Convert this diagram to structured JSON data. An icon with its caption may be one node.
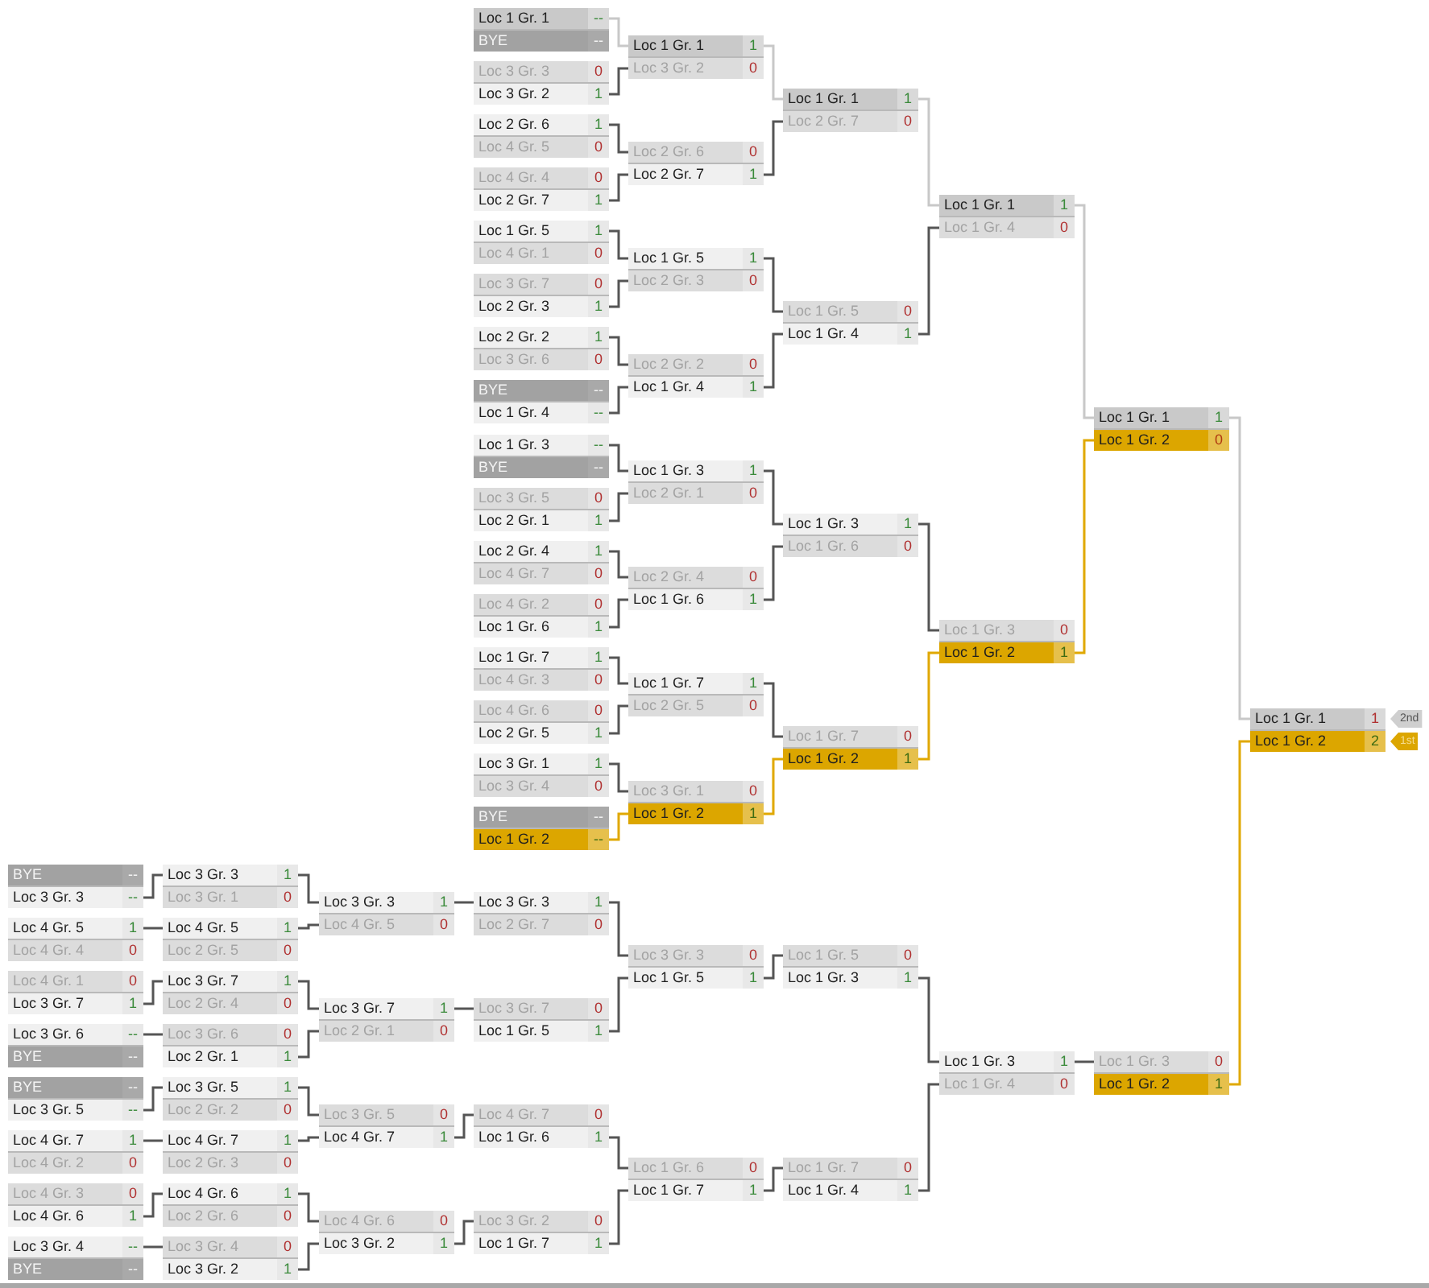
{
  "diagram": {
    "nodes": [
      {
        "text": [
          "Loc 1 Gr. 1",
          "--"
        ]
      },
      {
        "text": [
          "BYE",
          "--"
        ]
      },
      {
        "text": [
          "Loc 3 Gr. 3",
          "0"
        ]
      },
      {
        "text": [
          "Loc 3 Gr. 2",
          "1"
        ]
      },
      {
        "text": [
          "Loc 2 Gr. 6",
          "1"
        ]
      },
      {
        "text": [
          "Loc 4 Gr. 5",
          "0"
        ]
      },
      {
        "text": [
          "Loc 4 Gr. 4",
          "0"
        ]
      },
      {
        "text": [
          "Loc 2 Gr. 7",
          "1"
        ]
      },
      {
        "text": [
          "Loc 1 Gr. 5",
          "1"
        ]
      },
      {
        "text": [
          "Loc 4 Gr. 1",
          "0"
        ]
      },
      {
        "text": [
          "Loc 3 Gr. 7",
          "0"
        ]
      },
      {
        "text": [
          "Loc 2 Gr. 3",
          "1"
        ]
      },
      {
        "text": [
          "Loc 2 Gr. 2",
          "1"
        ]
      },
      {
        "text": [
          "Loc 3 Gr. 6",
          "0"
        ]
      },
      {
        "text": [
          "BYE",
          "--"
        ]
      },
      {
        "text": [
          "Loc 1 Gr. 4",
          "--"
        ]
      },
      {
        "text": [
          "Loc 1 Gr. 3",
          "--"
        ]
      },
      {
        "text": [
          "BYE",
          "--"
        ]
      },
      {
        "text": [
          "Loc 3 Gr. 5",
          "0"
        ]
      },
      {
        "text": [
          "Loc 2 Gr. 1",
          "1"
        ]
      },
      {
        "text": [
          "Loc 2 Gr. 4",
          "1"
        ]
      },
      {
        "text": [
          "Loc 4 Gr. 7",
          "0"
        ]
      },
      {
        "text": [
          "Loc 4 Gr. 2",
          "0"
        ]
      },
      {
        "text": [
          "Loc 1 Gr. 6",
          "1"
        ]
      },
      {
        "text": [
          "Loc 1 Gr. 7",
          "1"
        ]
      },
      {
        "text": [
          "Loc 4 Gr. 3",
          "0"
        ]
      },
      {
        "text": [
          "Loc 4 Gr. 6",
          "0"
        ]
      },
      {
        "text": [
          "Loc 2 Gr. 5",
          "1"
        ]
      },
      {
        "text": [
          "Loc 3 Gr. 1",
          "1"
        ]
      },
      {
        "text": [
          "Loc 3 Gr. 4",
          "0"
        ]
      },
      {
        "text": [
          "BYE",
          "--"
        ]
      },
      {
        "text": [
          "Loc 1 Gr. 2",
          "--"
        ]
      },
      {
        "text": [
          "Loc 1 Gr. 1",
          "1"
        ]
      },
      {
        "text": [
          "Loc 3 Gr. 2",
          "0"
        ]
      },
      {
        "text": [
          "Loc 2 Gr. 6",
          "0"
        ]
      },
      {
        "text": [
          "Loc 2 Gr. 7",
          "1"
        ]
      },
      {
        "text": [
          "Loc 1 Gr. 5",
          "1"
        ]
      },
      {
        "text": [
          "Loc 2 Gr. 3",
          "0"
        ]
      },
      {
        "text": [
          "Loc 2 Gr. 2",
          "0"
        ]
      },
      {
        "text": [
          "Loc 1 Gr. 4",
          "1"
        ]
      },
      {
        "text": [
          "Loc 1 Gr. 3",
          "1"
        ]
      },
      {
        "text": [
          "Loc 2 Gr. 1",
          "0"
        ]
      },
      {
        "text": [
          "Loc 2 Gr. 4",
          "0"
        ]
      },
      {
        "text": [
          "Loc 1 Gr. 6",
          "1"
        ]
      },
      {
        "text": [
          "Loc 1 Gr. 7",
          "1"
        ]
      },
      {
        "text": [
          "Loc 2 Gr. 5",
          "0"
        ]
      },
      {
        "text": [
          "Loc 3 Gr. 1",
          "0"
        ]
      },
      {
        "text": [
          "Loc 1 Gr. 2",
          "1"
        ]
      },
      {
        "text": [
          "Loc 1 Gr. 1",
          "1"
        ]
      },
      {
        "text": [
          "Loc 2 Gr. 7",
          "0"
        ]
      },
      {
        "text": [
          "Loc 1 Gr. 5",
          "0"
        ]
      },
      {
        "text": [
          "Loc 1 Gr. 4",
          "1"
        ]
      },
      {
        "text": [
          "Loc 1 Gr. 3",
          "1"
        ]
      },
      {
        "text": [
          "Loc 1 Gr. 6",
          "0"
        ]
      },
      {
        "text": [
          "Loc 1 Gr. 7",
          "0"
        ]
      },
      {
        "text": [
          "Loc 1 Gr. 2",
          "1"
        ]
      },
      {
        "text": [
          "Loc 1 Gr. 1",
          "1"
        ]
      },
      {
        "text": [
          "Loc 1 Gr. 4",
          "0"
        ]
      },
      {
        "text": [
          "Loc 1 Gr. 3",
          "0"
        ]
      },
      {
        "text": [
          "Loc 1 Gr. 2",
          "1"
        ]
      },
      {
        "text": [
          "Loc 1 Gr. 1",
          "1"
        ]
      },
      {
        "text": [
          "Loc 1 Gr. 2",
          "0"
        ]
      },
      {
        "text": [
          "Loc 1 Gr. 1",
          "1"
        ],
        "beside": [
          "2nd"
        ]
      },
      {
        "text": [
          "Loc 1 Gr. 2",
          "2"
        ],
        "beside": [
          "1st"
        ]
      },
      {
        "text": [
          "BYE",
          "--"
        ]
      },
      {
        "text": [
          "Loc 3 Gr. 3",
          "--"
        ]
      },
      {
        "text": [
          "Loc 4 Gr. 5",
          "1"
        ]
      },
      {
        "text": [
          "Loc 4 Gr. 4",
          "0"
        ]
      },
      {
        "text": [
          "Loc 4 Gr. 1",
          "0"
        ]
      },
      {
        "text": [
          "Loc 3 Gr. 7",
          "1"
        ]
      },
      {
        "text": [
          "Loc 3 Gr. 6",
          "--"
        ]
      },
      {
        "text": [
          "BYE",
          "--"
        ]
      },
      {
        "text": [
          "BYE",
          "--"
        ]
      },
      {
        "text": [
          "Loc 3 Gr. 5",
          "--"
        ]
      },
      {
        "text": [
          "Loc 4 Gr. 7",
          "1"
        ]
      },
      {
        "text": [
          "Loc 4 Gr. 2",
          "0"
        ]
      },
      {
        "text": [
          "Loc 4 Gr. 3",
          "0"
        ]
      },
      {
        "text": [
          "Loc 4 Gr. 6",
          "1"
        ]
      },
      {
        "text": [
          "Loc 3 Gr. 4",
          "--"
        ]
      },
      {
        "text": [
          "BYE",
          "--"
        ]
      },
      {
        "text": [
          "Loc 3 Gr. 3",
          "1"
        ]
      },
      {
        "text": [
          "Loc 3 Gr. 1",
          "0"
        ]
      },
      {
        "text": [
          "Loc 4 Gr. 5",
          "1"
        ]
      },
      {
        "text": [
          "Loc 2 Gr. 5",
          "0"
        ]
      },
      {
        "text": [
          "Loc 3 Gr. 7",
          "1"
        ]
      },
      {
        "text": [
          "Loc 2 Gr. 4",
          "0"
        ]
      },
      {
        "text": [
          "Loc 3 Gr. 6",
          "0"
        ]
      },
      {
        "text": [
          "Loc 2 Gr. 1",
          "1"
        ]
      },
      {
        "text": [
          "Loc 3 Gr. 5",
          "1"
        ]
      },
      {
        "text": [
          "Loc 2 Gr. 2",
          "0"
        ]
      },
      {
        "text": [
          "Loc 4 Gr. 7",
          "1"
        ]
      },
      {
        "text": [
          "Loc 2 Gr. 3",
          "0"
        ]
      },
      {
        "text": [
          "Loc 4 Gr. 6",
          "1"
        ]
      },
      {
        "text": [
          "Loc 2 Gr. 6",
          "0"
        ]
      },
      {
        "text": [
          "Loc 3 Gr. 4",
          "0"
        ]
      },
      {
        "text": [
          "Loc 3 Gr. 2",
          "1"
        ]
      },
      {
        "text": [
          "Loc 3 Gr. 3",
          "1"
        ]
      },
      {
        "text": [
          "Loc 4 Gr. 5",
          "0"
        ]
      },
      {
        "text": [
          "Loc 3 Gr. 7",
          "1"
        ]
      },
      {
        "text": [
          "Loc 2 Gr. 1",
          "0"
        ]
      },
      {
        "text": [
          "Loc 3 Gr. 5",
          "0"
        ]
      },
      {
        "text": [
          "Loc 4 Gr. 7",
          "1"
        ]
      },
      {
        "text": [
          "Loc 4 Gr. 6",
          "0"
        ]
      },
      {
        "text": [
          "Loc 3 Gr. 2",
          "1"
        ]
      },
      {
        "text": [
          "Loc 3 Gr. 3",
          "1"
        ]
      },
      {
        "text": [
          "Loc 2 Gr. 7",
          "0"
        ]
      },
      {
        "text": [
          "Loc 3 Gr. 7",
          "0"
        ]
      },
      {
        "text": [
          "Loc 1 Gr. 5",
          "1"
        ]
      },
      {
        "text": [
          "Loc 4 Gr. 7",
          "0"
        ]
      },
      {
        "text": [
          "Loc 1 Gr. 6",
          "1"
        ]
      },
      {
        "text": [
          "Loc 3 Gr. 2",
          "0"
        ]
      },
      {
        "text": [
          "Loc 1 Gr. 7",
          "1"
        ]
      },
      {
        "text": [
          "Loc 3 Gr. 3",
          "0"
        ]
      },
      {
        "text": [
          "Loc 1 Gr. 5",
          "1"
        ]
      },
      {
        "text": [
          "Loc 1 Gr. 6",
          "0"
        ]
      },
      {
        "text": [
          "Loc 1 Gr. 7",
          "1"
        ]
      },
      {
        "text": [
          "Loc 1 Gr. 5",
          "0"
        ]
      },
      {
        "text": [
          "Loc 1 Gr. 3",
          "1"
        ]
      },
      {
        "text": [
          "Loc 1 Gr. 7",
          "0"
        ]
      },
      {
        "text": [
          "Loc 1 Gr. 4",
          "1"
        ]
      },
      {
        "text": [
          "Loc 1 Gr. 3",
          "1"
        ]
      },
      {
        "text": [
          "Loc 1 Gr. 4",
          "0"
        ]
      },
      {
        "text": [
          "Loc 1 Gr. 3",
          "0"
        ]
      },
      {
        "text": [
          "Loc 1 Gr. 2",
          "1"
        ]
      }
    ],
    "edges": [
      {
        "from": 0,
        "to": 32,
        "arrow": "none",
        "color": "#c8c8c8"
      },
      {
        "from": 3,
        "to": 33,
        "arrow": "none"
      },
      {
        "from": 4,
        "to": 34,
        "arrow": "none"
      },
      {
        "from": 7,
        "to": 35,
        "arrow": "none"
      },
      {
        "from": 8,
        "to": 36,
        "arrow": "none"
      },
      {
        "from": 11,
        "to": 37,
        "arrow": "none"
      },
      {
        "from": 12,
        "to": 38,
        "arrow": "none"
      },
      {
        "from": 15,
        "to": 39,
        "arrow": "none"
      },
      {
        "from": 16,
        "to": 40,
        "arrow": "none"
      },
      {
        "from": 19,
        "to": 41,
        "arrow": "none"
      },
      {
        "from": 20,
        "to": 42,
        "arrow": "none"
      },
      {
        "from": 23,
        "to": 43,
        "arrow": "none"
      },
      {
        "from": 24,
        "to": 44,
        "arrow": "none"
      },
      {
        "from": 27,
        "to": 45,
        "arrow": "none"
      },
      {
        "from": 28,
        "to": 46,
        "arrow": "none"
      },
      {
        "from": 31,
        "to": 47,
        "arrow": "none",
        "color": "#e0a800"
      },
      {
        "from": 32,
        "to": 48,
        "arrow": "none",
        "color": "#c8c8c8"
      },
      {
        "from": 35,
        "to": 49,
        "arrow": "none"
      },
      {
        "from": 36,
        "to": 50,
        "arrow": "none"
      },
      {
        "from": 39,
        "to": 51,
        "arrow": "none"
      },
      {
        "from": 40,
        "to": 52,
        "arrow": "none"
      },
      {
        "from": 43,
        "to": 53,
        "arrow": "none"
      },
      {
        "from": 44,
        "to": 54,
        "arrow": "none"
      },
      {
        "from": 47,
        "to": 55,
        "arrow": "none",
        "color": "#e0a800"
      },
      {
        "from": 48,
        "to": 56,
        "arrow": "none",
        "color": "#c8c8c8"
      },
      {
        "from": 51,
        "to": 57,
        "arrow": "none"
      },
      {
        "from": 52,
        "to": 58,
        "arrow": "none"
      },
      {
        "from": 55,
        "to": 59,
        "arrow": "none",
        "color": "#e0a800"
      },
      {
        "from": 56,
        "to": 60,
        "arrow": "none",
        "color": "#c8c8c8"
      },
      {
        "from": 59,
        "to": 61,
        "arrow": "none",
        "color": "#e0a800"
      },
      {
        "from": 60,
        "to": 62,
        "arrow": "none",
        "color": "#c8c8c8"
      },
      {
        "from": 65,
        "to": 80,
        "arrow": "none"
      },
      {
        "from": 66,
        "to": 82,
        "arrow": "none"
      },
      {
        "from": 69,
        "to": 84,
        "arrow": "none"
      },
      {
        "from": 70,
        "to": 86,
        "arrow": "none"
      },
      {
        "from": 73,
        "to": 88,
        "arrow": "none"
      },
      {
        "from": 74,
        "to": 90,
        "arrow": "none"
      },
      {
        "from": 77,
        "to": 92,
        "arrow": "none"
      },
      {
        "from": 78,
        "to": 94,
        "arrow": "none"
      },
      {
        "from": 80,
        "to": 96,
        "arrow": "none"
      },
      {
        "from": 82,
        "to": 97,
        "arrow": "none"
      },
      {
        "from": 84,
        "to": 98,
        "arrow": "none"
      },
      {
        "from": 87,
        "to": 99,
        "arrow": "none"
      },
      {
        "from": 88,
        "to": 100,
        "arrow": "none"
      },
      {
        "from": 90,
        "to": 101,
        "arrow": "none"
      },
      {
        "from": 92,
        "to": 102,
        "arrow": "none"
      },
      {
        "from": 95,
        "to": 103,
        "arrow": "none"
      },
      {
        "from": 96,
        "to": 104,
        "arrow": "none"
      },
      {
        "from": 98,
        "to": 106,
        "arrow": "none"
      },
      {
        "from": 101,
        "to": 108,
        "arrow": "none"
      },
      {
        "from": 103,
        "to": 110,
        "arrow": "none"
      },
      {
        "from": 104,
        "to": 112,
        "arrow": "none"
      },
      {
        "from": 107,
        "to": 113,
        "arrow": "none"
      },
      {
        "from": 109,
        "to": 114,
        "arrow": "none"
      },
      {
        "from": 111,
        "to": 115,
        "arrow": "none"
      },
      {
        "from": 113,
        "to": 116,
        "arrow": "none"
      },
      {
        "from": 115,
        "to": 118,
        "arrow": "none"
      },
      {
        "from": 117,
        "to": 120,
        "arrow": "none"
      },
      {
        "from": 119,
        "to": 121,
        "arrow": "none"
      },
      {
        "from": 120,
        "to": 122,
        "arrow": "none"
      },
      {
        "from": 123,
        "to": 63,
        "arrow": "none",
        "color": "#e0a800"
      }
    ]
  }
}
